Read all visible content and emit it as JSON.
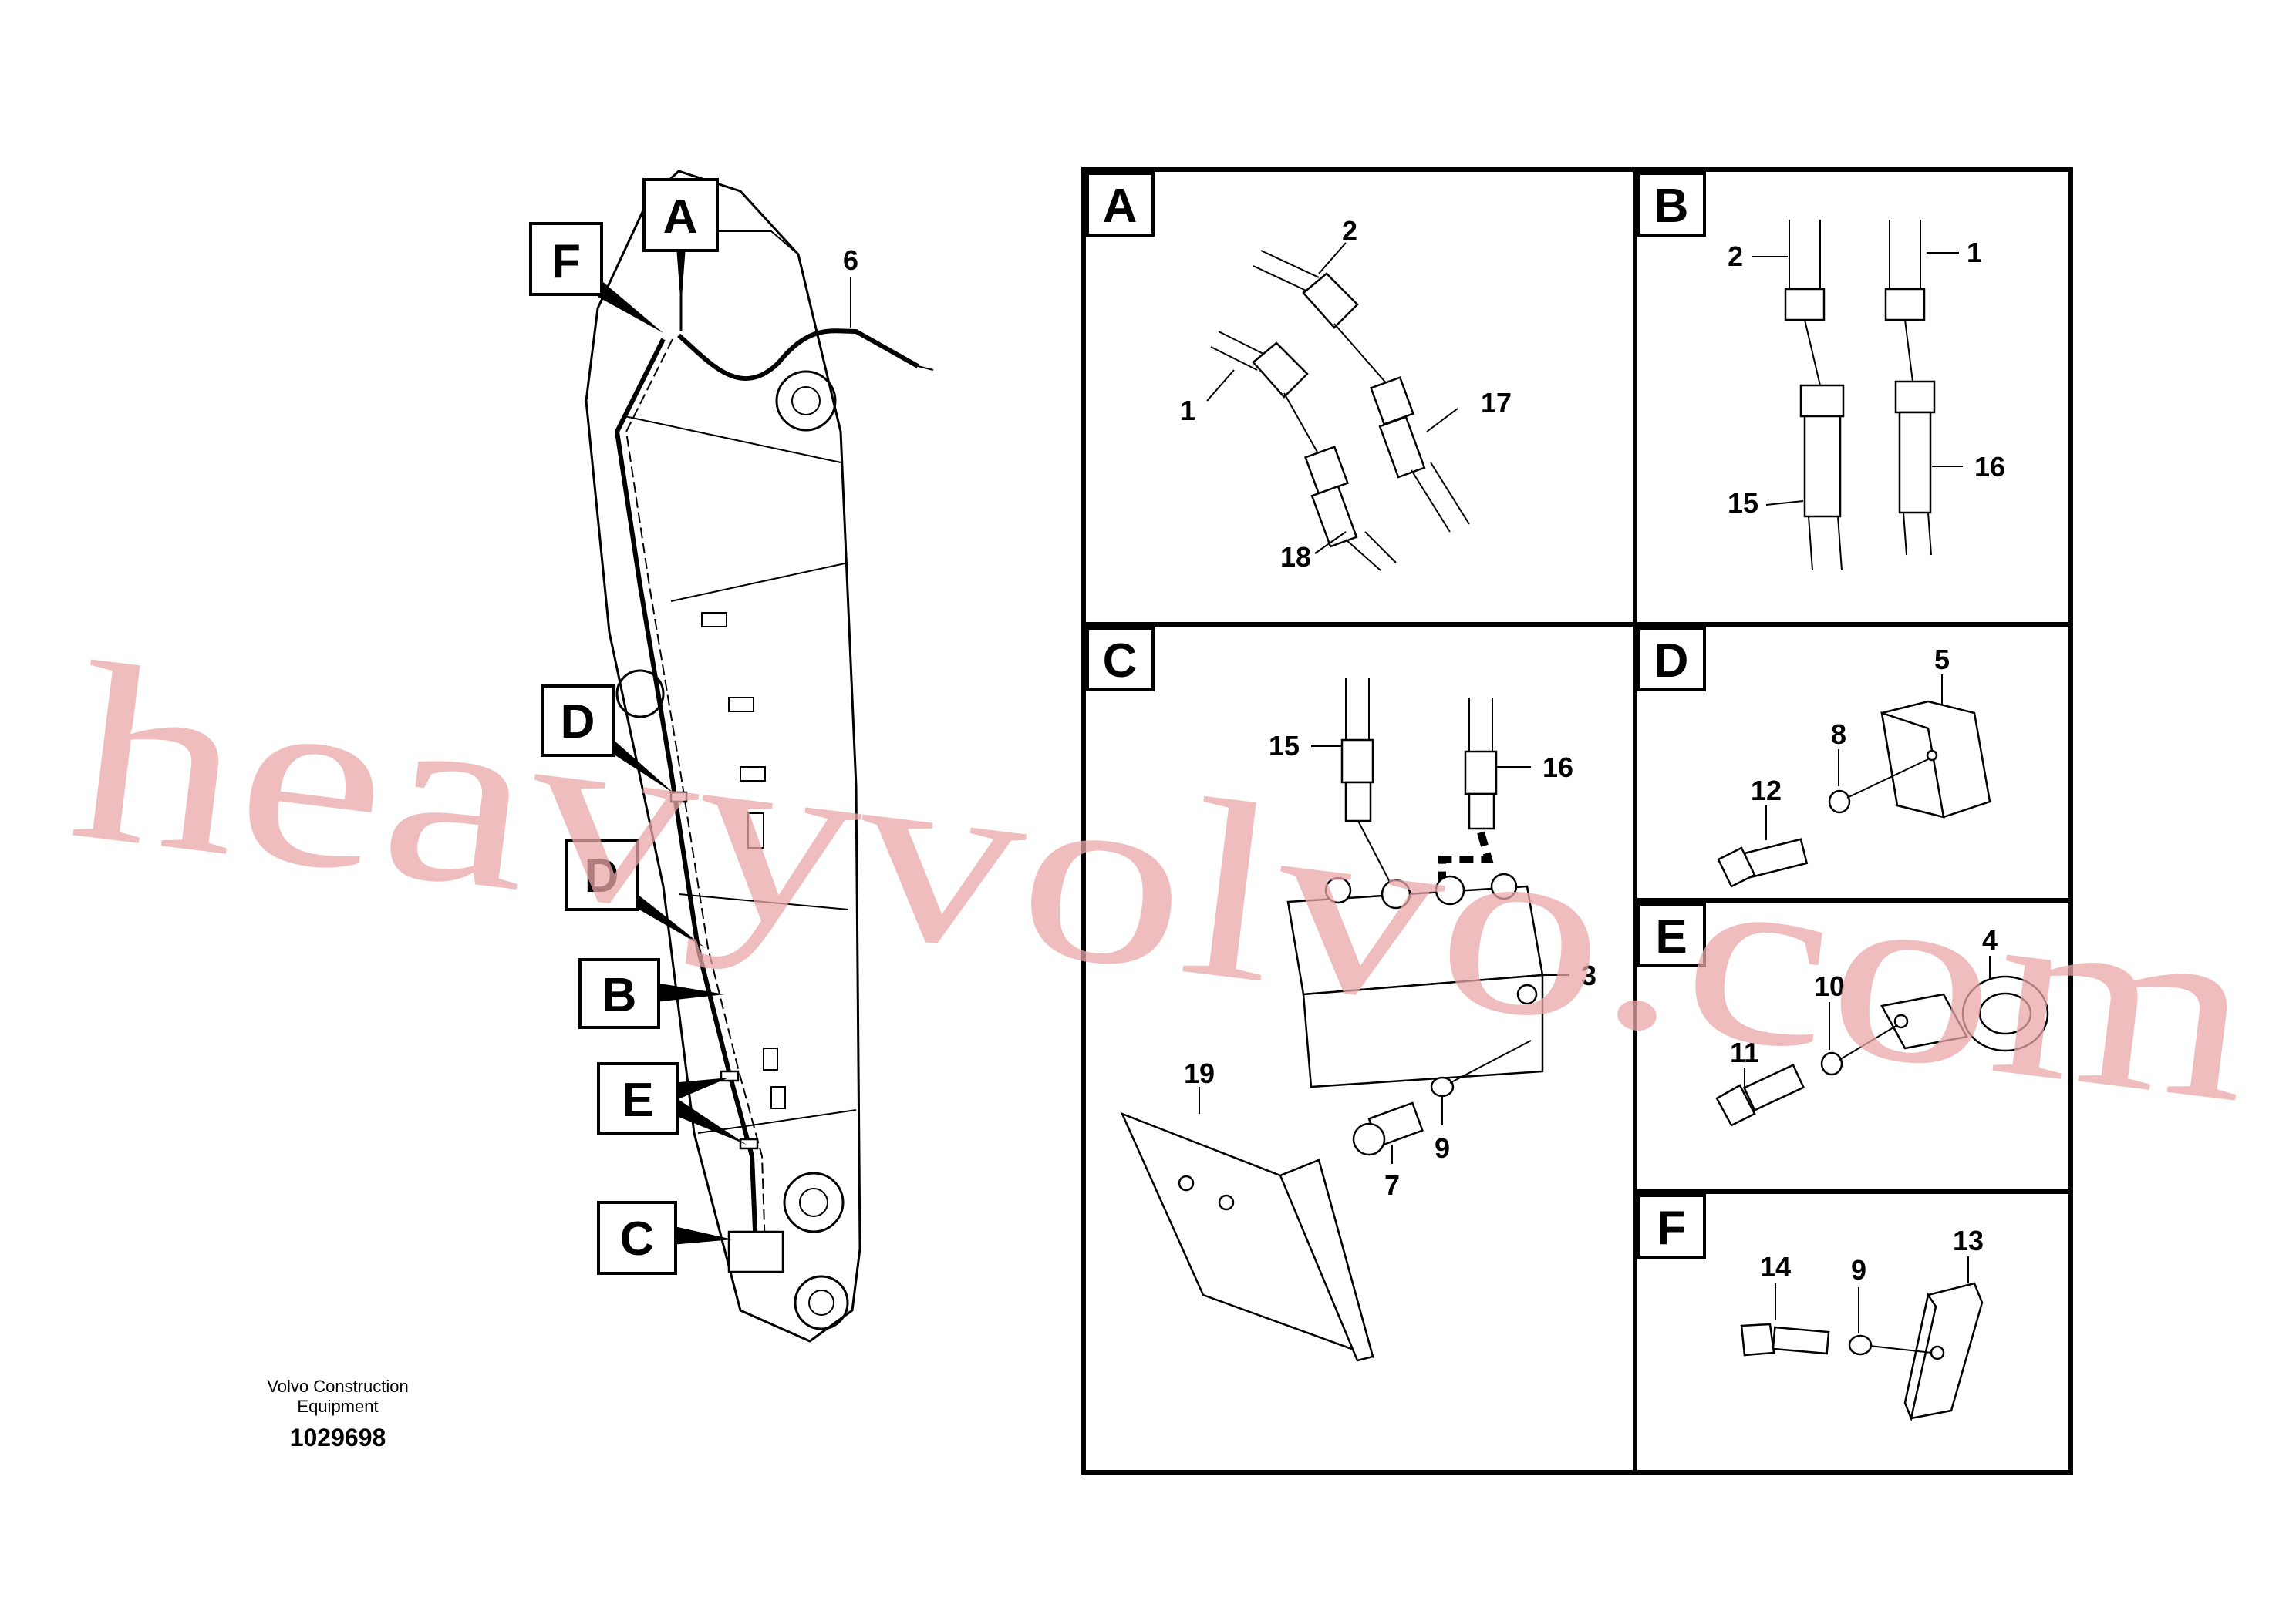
{
  "caption": {
    "company": "Volvo Construction",
    "company_line2": "Equipment",
    "part_number": "1029698"
  },
  "watermark": "heavyvolvo.com",
  "callouts": {
    "A": "A",
    "B": "B",
    "C": "C",
    "D": "D",
    "E": "E",
    "F": "F"
  },
  "detail_labels": {
    "A": "A",
    "B": "B",
    "C": "C",
    "D": "D",
    "E": "E",
    "F": "F"
  },
  "items": {
    "arm_6": "6",
    "a_2": "2",
    "a_1": "1",
    "a_17": "17",
    "a_18": "18",
    "b_2": "2",
    "b_1": "1",
    "b_15": "15",
    "b_16": "16",
    "c_15": "15",
    "c_16": "16",
    "c_3": "3",
    "c_19": "19",
    "c_7": "7",
    "c_9": "9",
    "d_5": "5",
    "d_8": "8",
    "d_12": "12",
    "e_4": "4",
    "e_10": "10",
    "e_11": "11",
    "f_14": "14",
    "f_9": "9",
    "f_13": "13"
  }
}
